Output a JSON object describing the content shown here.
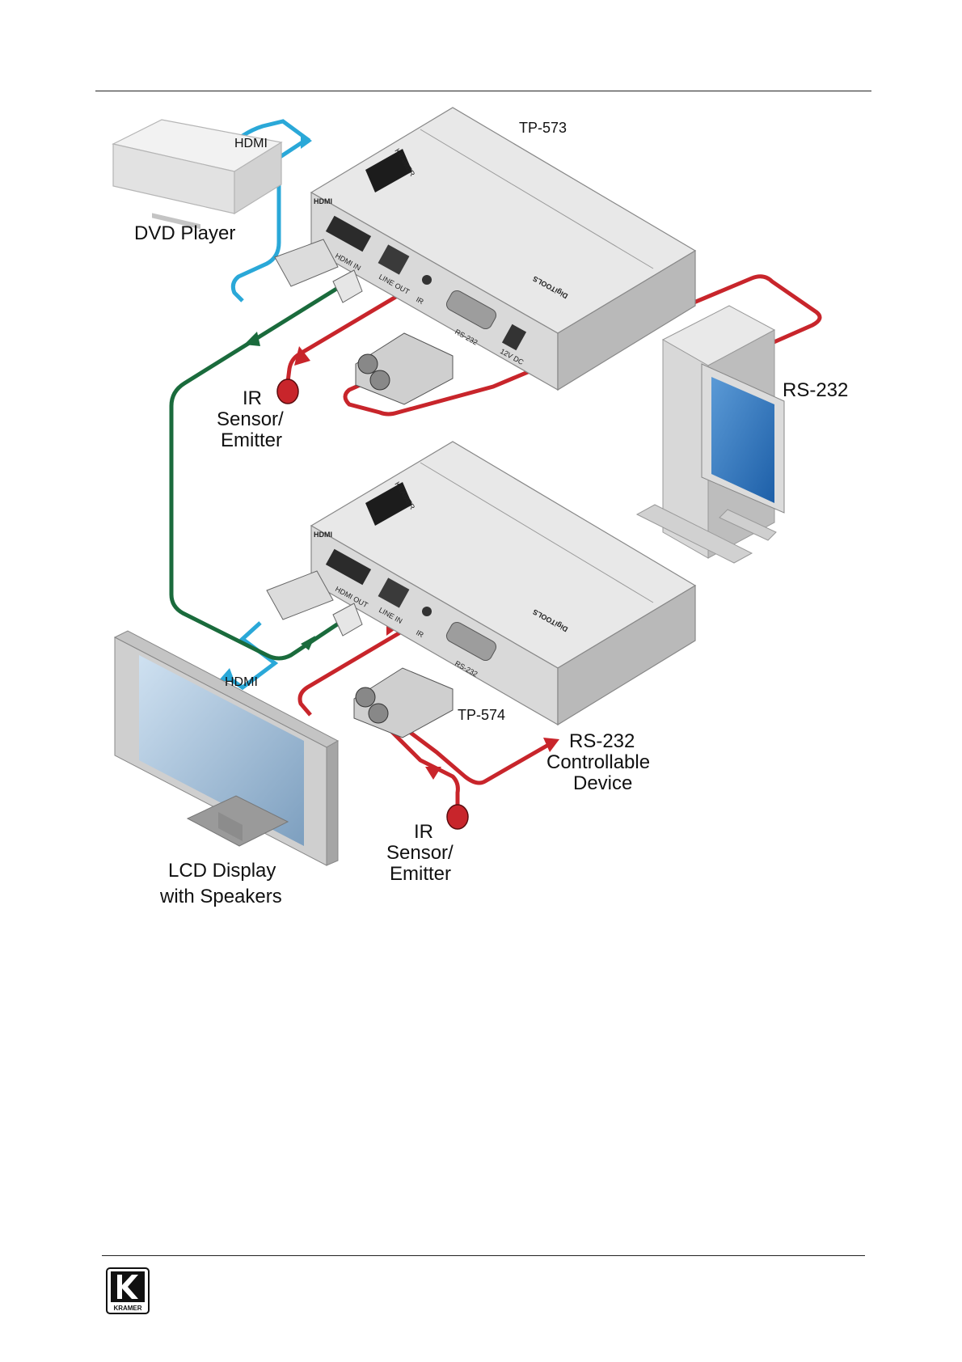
{
  "devices": {
    "transmitter": "TP-573",
    "receiver": "TP-574",
    "brand_mark": "KRAMER",
    "product_line": "DigiTOOLS",
    "hdmi_logo": "HDMI"
  },
  "labels": {
    "dvd_player": "DVD Player",
    "hdmi_top": "HDMI",
    "hdmi_bottom": "HDMI",
    "rs232_pc": "RS-232",
    "ir_top": [
      "IR",
      "Sensor/",
      "Emitter"
    ],
    "ir_bottom": [
      "IR",
      "Sensor/",
      "Emitter"
    ],
    "rs232_device": [
      "RS-232",
      "Controllable",
      "Device"
    ],
    "lcd": [
      "LCD Display",
      "with Speakers"
    ]
  },
  "ports": {
    "tx_hdmi": "HDMI IN",
    "tx_line": "LINE OUT",
    "tx_ir": "IR",
    "tx_rs232": "RS-232",
    "tx_power": "12V DC",
    "rx_hdmi": "HDMI OUT",
    "rx_line": "LINE IN",
    "rx_ir": "IR",
    "rx_rs232": "RS-232"
  },
  "footer": {
    "logo_text": "KRAMER"
  },
  "colors": {
    "hdmi_cable": "#2aa8d8",
    "twisted_pair": "#1a6b3c",
    "control_cable": "#c8252b",
    "device_body": "#e6e6e6",
    "device_side": "#c9c9c9"
  }
}
